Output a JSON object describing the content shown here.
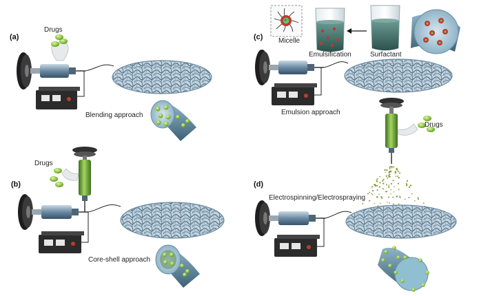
{
  "panels": {
    "a": {
      "letter": "(a)",
      "drug_label": "Drugs",
      "caption": "Blending approach"
    },
    "b": {
      "letter": "(b)",
      "drug_label": "Drugs",
      "caption": "Core-shell approach"
    },
    "c": {
      "letter": "(c)",
      "micelle_label": "Micelle",
      "emulsification_label": "Emulsification",
      "surfactant_label": "Surfactant",
      "caption": "Emulsion approach"
    },
    "d": {
      "letter": "(d)",
      "drug_label": "Drugs",
      "caption": "Electrospinning/Electrospraying"
    }
  },
  "colors": {
    "drug_green": "#8cc63f",
    "fiber_blue": "#8fb4c8",
    "fiber_mesh": "#5f7f96",
    "syringe_blue": "#6a8aa3",
    "syringe_green": "#6aa83a",
    "power_supply": "#2b2b2b",
    "beaker_liquid": "#3f6e68",
    "micelle_core": "#c0392b"
  },
  "icons": [
    "power-supply-icon",
    "syringe-icon",
    "fiber-mesh-icon",
    "drug-particle-icon",
    "beaker-icon",
    "arrow-left-icon"
  ]
}
